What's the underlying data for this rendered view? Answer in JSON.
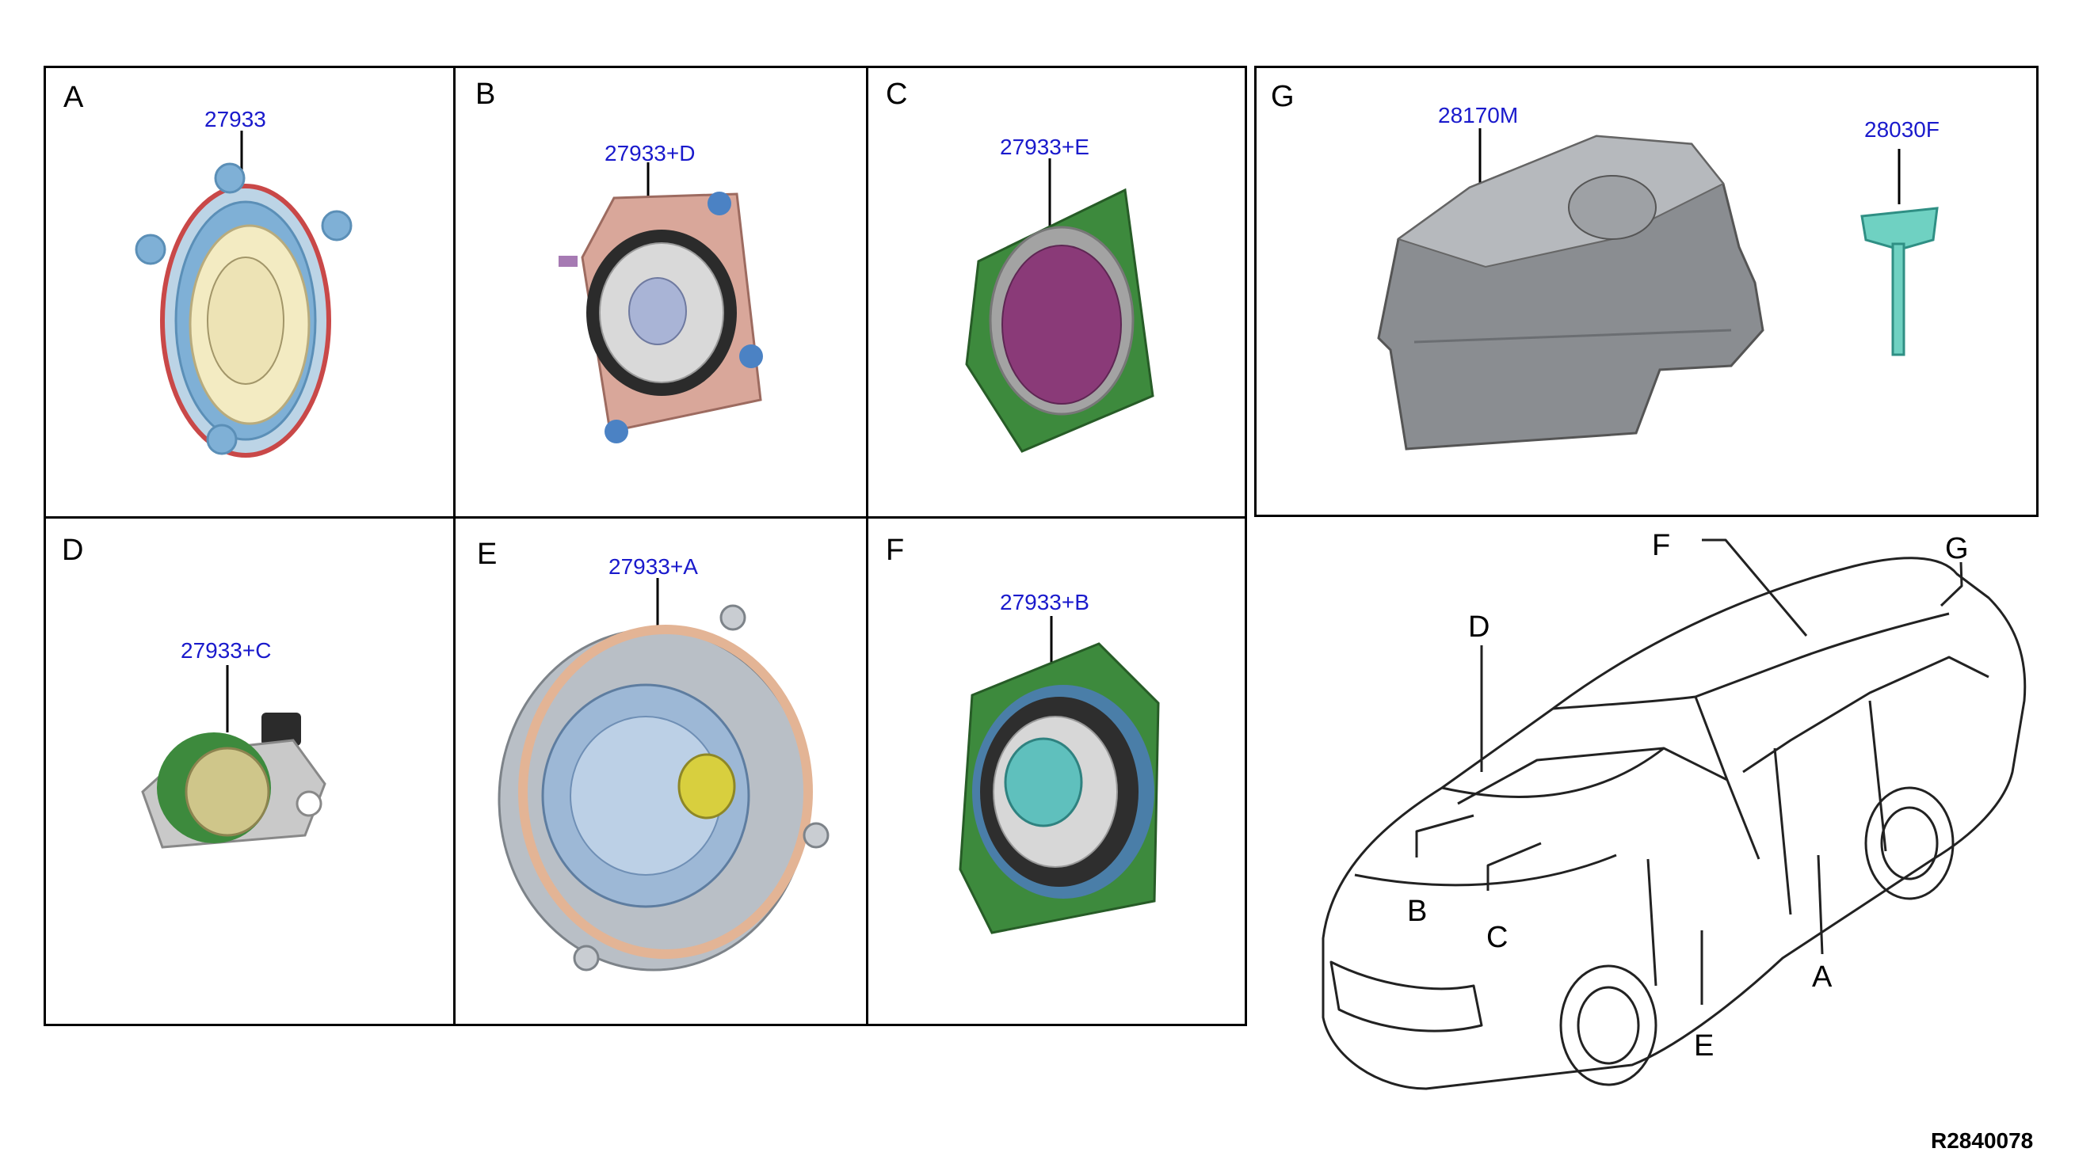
{
  "panels": [
    {
      "letter": "A",
      "part": "27933"
    },
    {
      "letter": "B",
      "part": "27933+D"
    },
    {
      "letter": "C",
      "part": "27933+E"
    },
    {
      "letter": "D",
      "part": "27933+C"
    },
    {
      "letter": "E",
      "part": "27933+A"
    },
    {
      "letter": "F",
      "part": "27933+B"
    },
    {
      "letter": "G",
      "parts": [
        "28170M",
        "28030F"
      ]
    }
  ],
  "vehicle_labels": [
    "F",
    "G",
    "D",
    "B",
    "C",
    "A",
    "E"
  ],
  "reference_code": "R2840078",
  "colors": {
    "part_number_text": "#1a1acc",
    "frame": "#000000"
  }
}
